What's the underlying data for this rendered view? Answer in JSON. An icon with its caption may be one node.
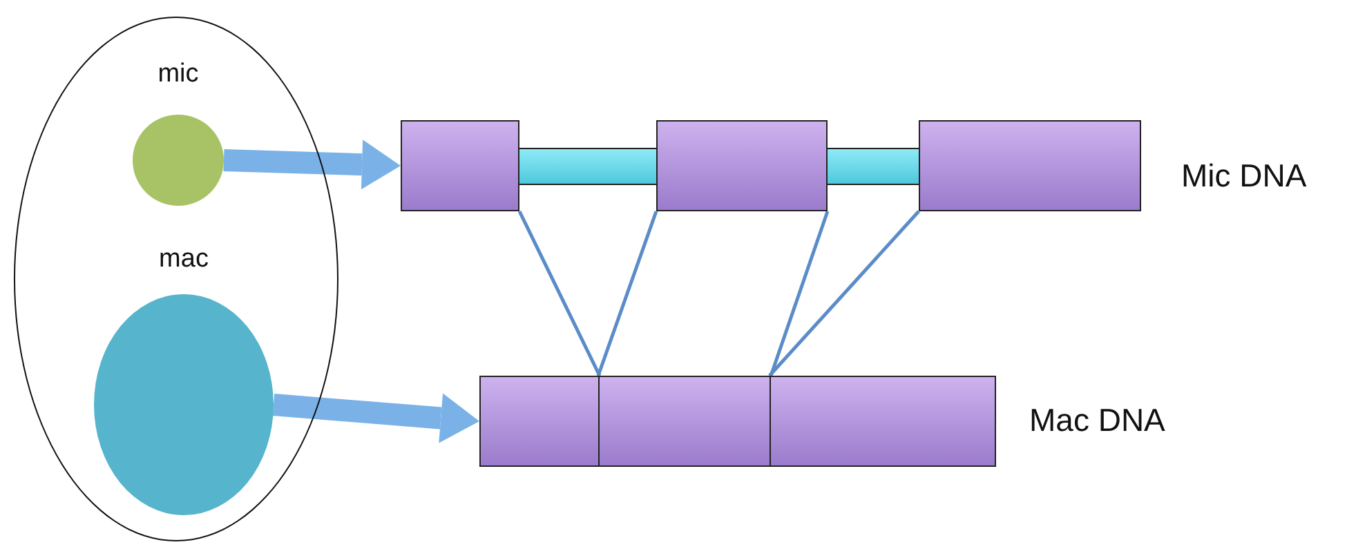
{
  "diagram": {
    "nodes": [
      {
        "text": [],
        "shape": "ellipse"
      },
      {
        "text": [
          "mic"
        ],
        "in": 0
      },
      {
        "text": [
          "mac"
        ],
        "in": 0
      },
      {
        "text": [],
        "shape": "box"
      },
      {
        "text": [],
        "shape": "bar"
      },
      {
        "text": [],
        "shape": "box"
      },
      {
        "text": [],
        "shape": "bar"
      },
      {
        "text": [],
        "shape": "box"
      },
      {
        "text": [],
        "shape": "box"
      },
      {
        "text": [],
        "shape": "box"
      },
      {
        "text": [],
        "shape": "box"
      }
    ],
    "edges": [
      {
        "from": 1,
        "to": 3,
        "arrow": "to",
        "style": "thick",
        "color": "#7ab2e8"
      },
      {
        "from": 2,
        "to": 8,
        "arrow": "to",
        "style": "thick",
        "color": "#7ab2e8"
      },
      {
        "from": 3,
        "to": 8,
        "arrow": "none"
      },
      {
        "from": 5,
        "to": 9,
        "arrow": "none"
      },
      {
        "from": 5,
        "to": 9,
        "arrow": "none"
      },
      {
        "from": 7,
        "to": 10,
        "arrow": "none"
      }
    ],
    "labels": [
      "Mic DNA",
      "Mac DNA"
    ]
  }
}
